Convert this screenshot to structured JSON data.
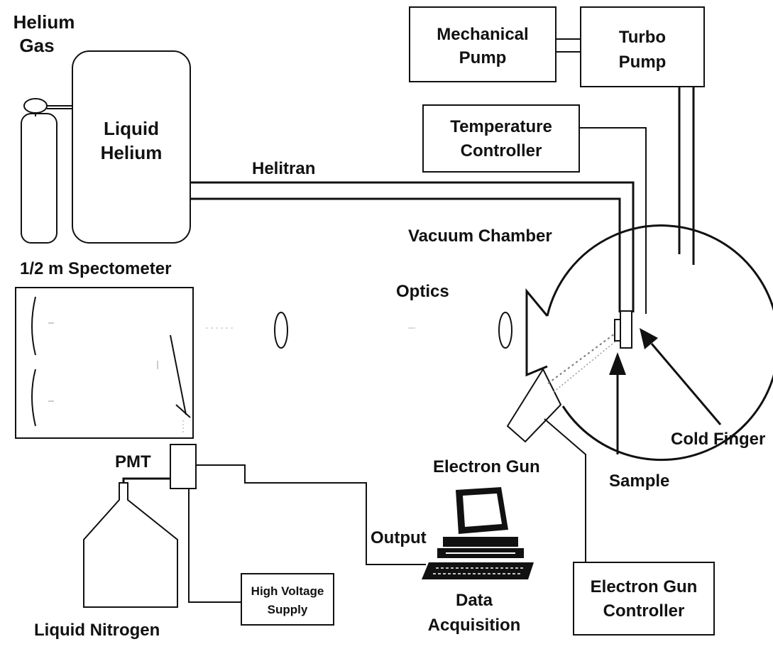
{
  "labels": {
    "helium_gas_line1": "Helium",
    "helium_gas_line2": "Gas",
    "liquid_helium_line1": "Liquid",
    "liquid_helium_line2": "Helium",
    "helitran": "Helitran",
    "mechanical_pump_line1": "Mechanical",
    "mechanical_pump_line2": "Pump",
    "turbo_pump_line1": "Turbo",
    "turbo_pump_line2": "Pump",
    "temperature_controller_line1": "Temperature",
    "temperature_controller_line2": "Controller",
    "vacuum_chamber": "Vacuum Chamber",
    "spectrometer": "1/2 m Spectometer",
    "optics": "Optics",
    "pmt": "PMT",
    "cold_finger": "Cold Finger",
    "sample": "Sample",
    "electron_gun": "Electron Gun",
    "output": "Output",
    "high_voltage_line1": "High Voltage",
    "high_voltage_line2": "Supply",
    "data_acquisition_line1": "Data",
    "data_acquisition_line2": "Acquisition",
    "electron_gun_controller_line1": "Electron Gun",
    "electron_gun_controller_line2": "Controller",
    "liquid_nitrogen": "Liquid Nitrogen"
  },
  "colors": {
    "ink": "#111111",
    "background": "#ffffff"
  }
}
